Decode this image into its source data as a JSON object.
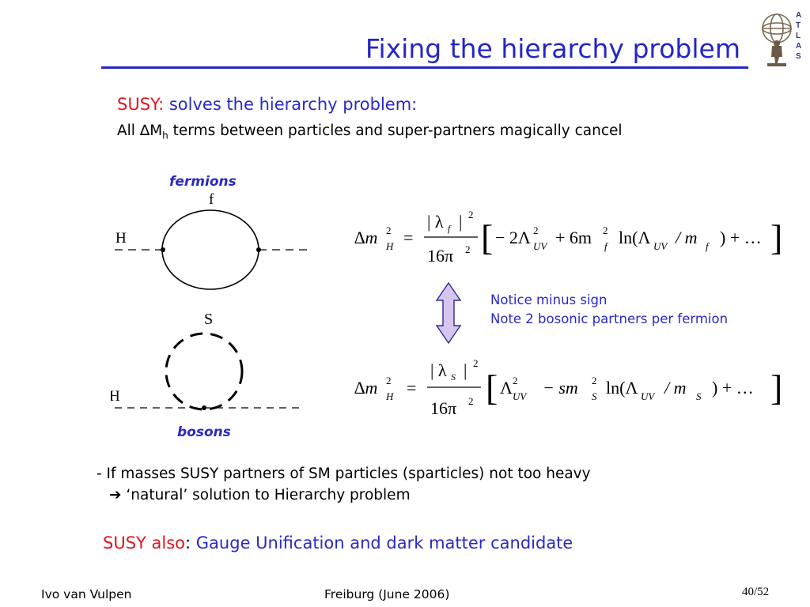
{
  "slide": {
    "title": "Fixing the hierarchy problem",
    "logo_letters": [
      "A",
      "T",
      "L",
      "A",
      "S"
    ],
    "susy_prefix": "SUSY:",
    "susy_text": "solves the hierarchy problem:",
    "cancel_all": "All ",
    "cancel_delta": "∆M",
    "cancel_sub": "h",
    "cancel_rest": " terms between particles and super-partners magically cancel",
    "fermions_label": "fermions",
    "bosons_label": "bosons",
    "diagram_f": "f",
    "diagram_s": "S",
    "diagram_h1": "H",
    "diagram_h2": "H",
    "note_1": "Notice minus sign",
    "note_2": "Note 2 bosonic partners per fermion",
    "bullet_1": "- If masses SUSY partners of SM particles (sparticles) not too heavy",
    "bullet_2": "➔ ‘natural’ solution to Hierarchy problem",
    "also_prefix": "SUSY also",
    "also_colon": ":",
    "also_text": " Gauge Unification and dark matter candidate"
  },
  "formula_fermion": {
    "lhs": "∆m",
    "lhs_sup": "2",
    "lhs_sub": "H",
    "eq": "=",
    "num": "| λ",
    "num_sub": "f",
    "num_end": "|",
    "num_sup": "2",
    "den": "16π",
    "den_sup": "2",
    "t1": "− 2Λ",
    "t1_sup": "2",
    "t1_sub": "UV",
    "t2": "+ 6m",
    "t2_sup": "2",
    "t2_sub": "f",
    "t3": "ln(Λ",
    "t3_sub": "UV",
    "t4": "/ m",
    "t4_sub": "f",
    "t5": ") + …"
  },
  "formula_boson": {
    "lhs": "∆m",
    "lhs_sup": "2",
    "lhs_sub": "H",
    "eq": "=",
    "num": "| λ",
    "num_sub": "S",
    "num_end": "|",
    "num_sup": "2",
    "den": "16π",
    "den_sup": "2",
    "t1": "Λ",
    "t1_sup": "2",
    "t1_sub": "UV",
    "t2": "− sm",
    "t2_sup": "2",
    "t2_sub": "S",
    "t3": "ln(Λ",
    "t3_sub": "UV",
    "t4": "/ m",
    "t4_sub": "S",
    "t5": ") + …"
  },
  "footer": {
    "author": "Ivo van Vulpen",
    "venue": "Freiburg (June 2006)",
    "page": "40/52"
  },
  "colors": {
    "title_blue": "#2525c8",
    "text_blue": "#2929c8",
    "accent_red": "#e0141e",
    "arrow_fill": "#d6c6ef",
    "arrow_stroke": "#2a2a9a"
  }
}
